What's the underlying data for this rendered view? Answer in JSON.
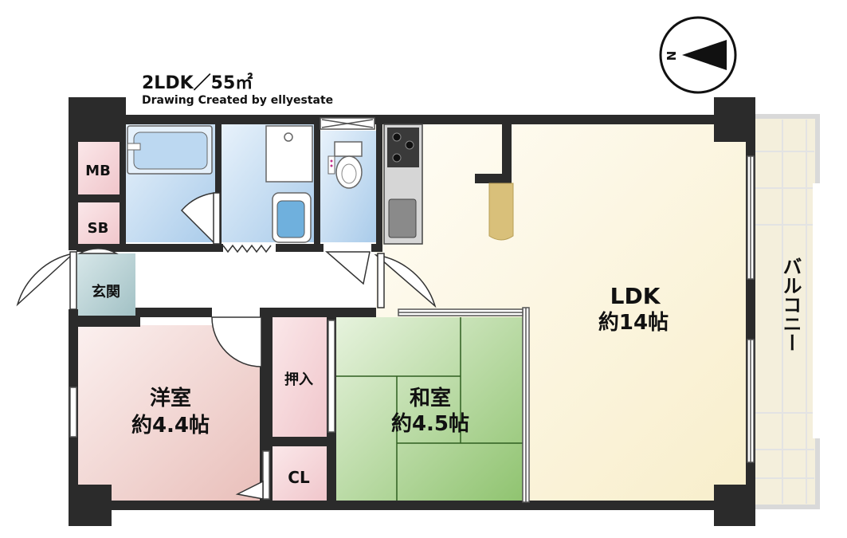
{
  "header": {
    "title": "2LDK／55㎡",
    "credit": "Drawing Created by ellyestate"
  },
  "compass": {
    "label": "N"
  },
  "rooms": {
    "mb": "MB",
    "sb": "SB",
    "genkan": "玄関",
    "ldk_name": "LDK",
    "ldk_size": "約14帖",
    "yoshitsu_name": "洋室",
    "yoshitsu_size": "約4.4帖",
    "washitsu_name": "和室",
    "washitsu_size": "約4.5帖",
    "oshiire": "押入",
    "cl": "CL",
    "balcony": "バルコニー"
  },
  "colors": {
    "wall": "#2b2b2b",
    "ldk": "#fbf3d6",
    "wet": "#cfe2f4",
    "storage": "#f6d7dc",
    "genkan": "#b9d3d6",
    "washitsu": "#bfdcaa",
    "yoshitsu": "#f2d2d0",
    "balcony": "#f4efdc"
  },
  "icons": [
    "compass-icon",
    "bathtub-icon",
    "shower-icon",
    "toilet-icon",
    "stove-icon",
    "sink-icon",
    "column-icon"
  ]
}
